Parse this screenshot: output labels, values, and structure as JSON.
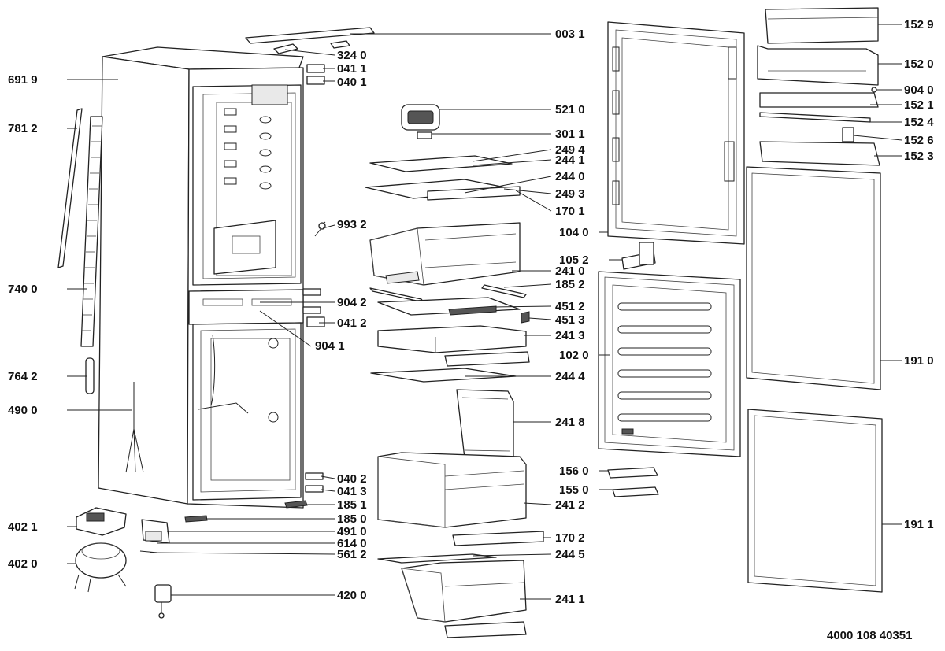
{
  "diagram": {
    "document_number": "4000 108 40351",
    "callouts": [
      {
        "id": "c0031",
        "label": "003 1"
      },
      {
        "id": "c3240",
        "label": "324 0"
      },
      {
        "id": "c0411",
        "label": "041 1"
      },
      {
        "id": "c0401",
        "label": "040 1"
      },
      {
        "id": "c6919",
        "label": "691 9"
      },
      {
        "id": "c7812",
        "label": "781 2"
      },
      {
        "id": "c7400",
        "label": "740 0"
      },
      {
        "id": "c7642",
        "label": "764 2"
      },
      {
        "id": "c4900",
        "label": "490 0"
      },
      {
        "id": "c4021",
        "label": "402 1"
      },
      {
        "id": "c4020",
        "label": "402 0"
      },
      {
        "id": "c9932",
        "label": "993 2"
      },
      {
        "id": "c9042",
        "label": "904 2"
      },
      {
        "id": "c0412",
        "label": "041 2"
      },
      {
        "id": "c9041",
        "label": "904 1"
      },
      {
        "id": "c0402",
        "label": "040 2"
      },
      {
        "id": "c0413",
        "label": "041 3"
      },
      {
        "id": "c1851",
        "label": "185 1"
      },
      {
        "id": "c1850",
        "label": "185 0"
      },
      {
        "id": "c4910",
        "label": "491 0"
      },
      {
        "id": "c6140",
        "label": "614 0"
      },
      {
        "id": "c5612",
        "label": "561 2"
      },
      {
        "id": "c4200",
        "label": "420 0"
      },
      {
        "id": "c5210",
        "label": "521 0"
      },
      {
        "id": "c3011",
        "label": "301 1"
      },
      {
        "id": "c2494",
        "label": "249 4"
      },
      {
        "id": "c2441",
        "label": "244 1"
      },
      {
        "id": "c2440",
        "label": "244 0"
      },
      {
        "id": "c2493",
        "label": "249 3"
      },
      {
        "id": "c1701",
        "label": "170 1"
      },
      {
        "id": "c2410",
        "label": "241 0"
      },
      {
        "id": "c1852",
        "label": "185 2"
      },
      {
        "id": "c4512",
        "label": "451 2"
      },
      {
        "id": "c4513",
        "label": "451 3"
      },
      {
        "id": "c2413",
        "label": "241 3"
      },
      {
        "id": "c2444",
        "label": "244 4"
      },
      {
        "id": "c2418",
        "label": "241 8"
      },
      {
        "id": "c2412",
        "label": "241 2"
      },
      {
        "id": "c1702",
        "label": "170 2"
      },
      {
        "id": "c2445",
        "label": "244 5"
      },
      {
        "id": "c2411",
        "label": "241 1"
      },
      {
        "id": "c1040",
        "label": "104 0"
      },
      {
        "id": "c1052",
        "label": "105 2"
      },
      {
        "id": "c1020",
        "label": "102 0"
      },
      {
        "id": "c1560",
        "label": "156 0"
      },
      {
        "id": "c1550",
        "label": "155 0"
      },
      {
        "id": "c1529",
        "label": "152 9"
      },
      {
        "id": "c1520",
        "label": "152 0"
      },
      {
        "id": "c9040",
        "label": "904 0"
      },
      {
        "id": "c1521",
        "label": "152 1"
      },
      {
        "id": "c1524",
        "label": "152 4"
      },
      {
        "id": "c1526",
        "label": "152 6"
      },
      {
        "id": "c1523",
        "label": "152 3"
      },
      {
        "id": "c1910",
        "label": "191 0"
      },
      {
        "id": "c1911",
        "label": "191 1"
      }
    ]
  }
}
